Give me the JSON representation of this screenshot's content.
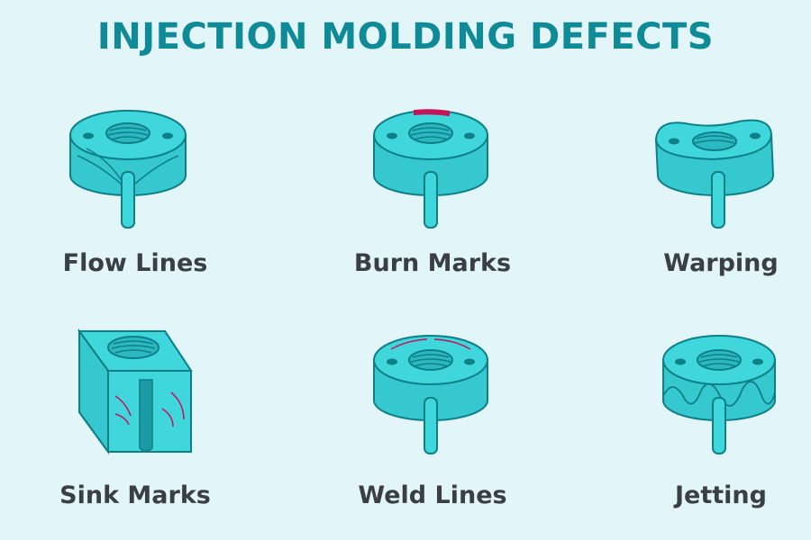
{
  "title": "INJECTION MOLDING DEFECTS",
  "colors": {
    "title": "#0f8a97",
    "part_fill": "#3fd6dc",
    "part_side": "#36c8cf",
    "outline": "#0e7f87",
    "defect_mark": "#c4145a",
    "label": "#3a3f44",
    "background": "#e2f5f8"
  },
  "defects": [
    {
      "label": "Flow Lines",
      "icon": "flow-lines-part-icon"
    },
    {
      "label": "Burn Marks",
      "icon": "burn-marks-part-icon"
    },
    {
      "label": "Warping",
      "icon": "warping-part-icon"
    },
    {
      "label": "Sink Marks",
      "icon": "sink-marks-part-icon"
    },
    {
      "label": "Weld Lines",
      "icon": "weld-lines-part-icon"
    },
    {
      "label": "Jetting",
      "icon": "jetting-part-icon"
    }
  ]
}
